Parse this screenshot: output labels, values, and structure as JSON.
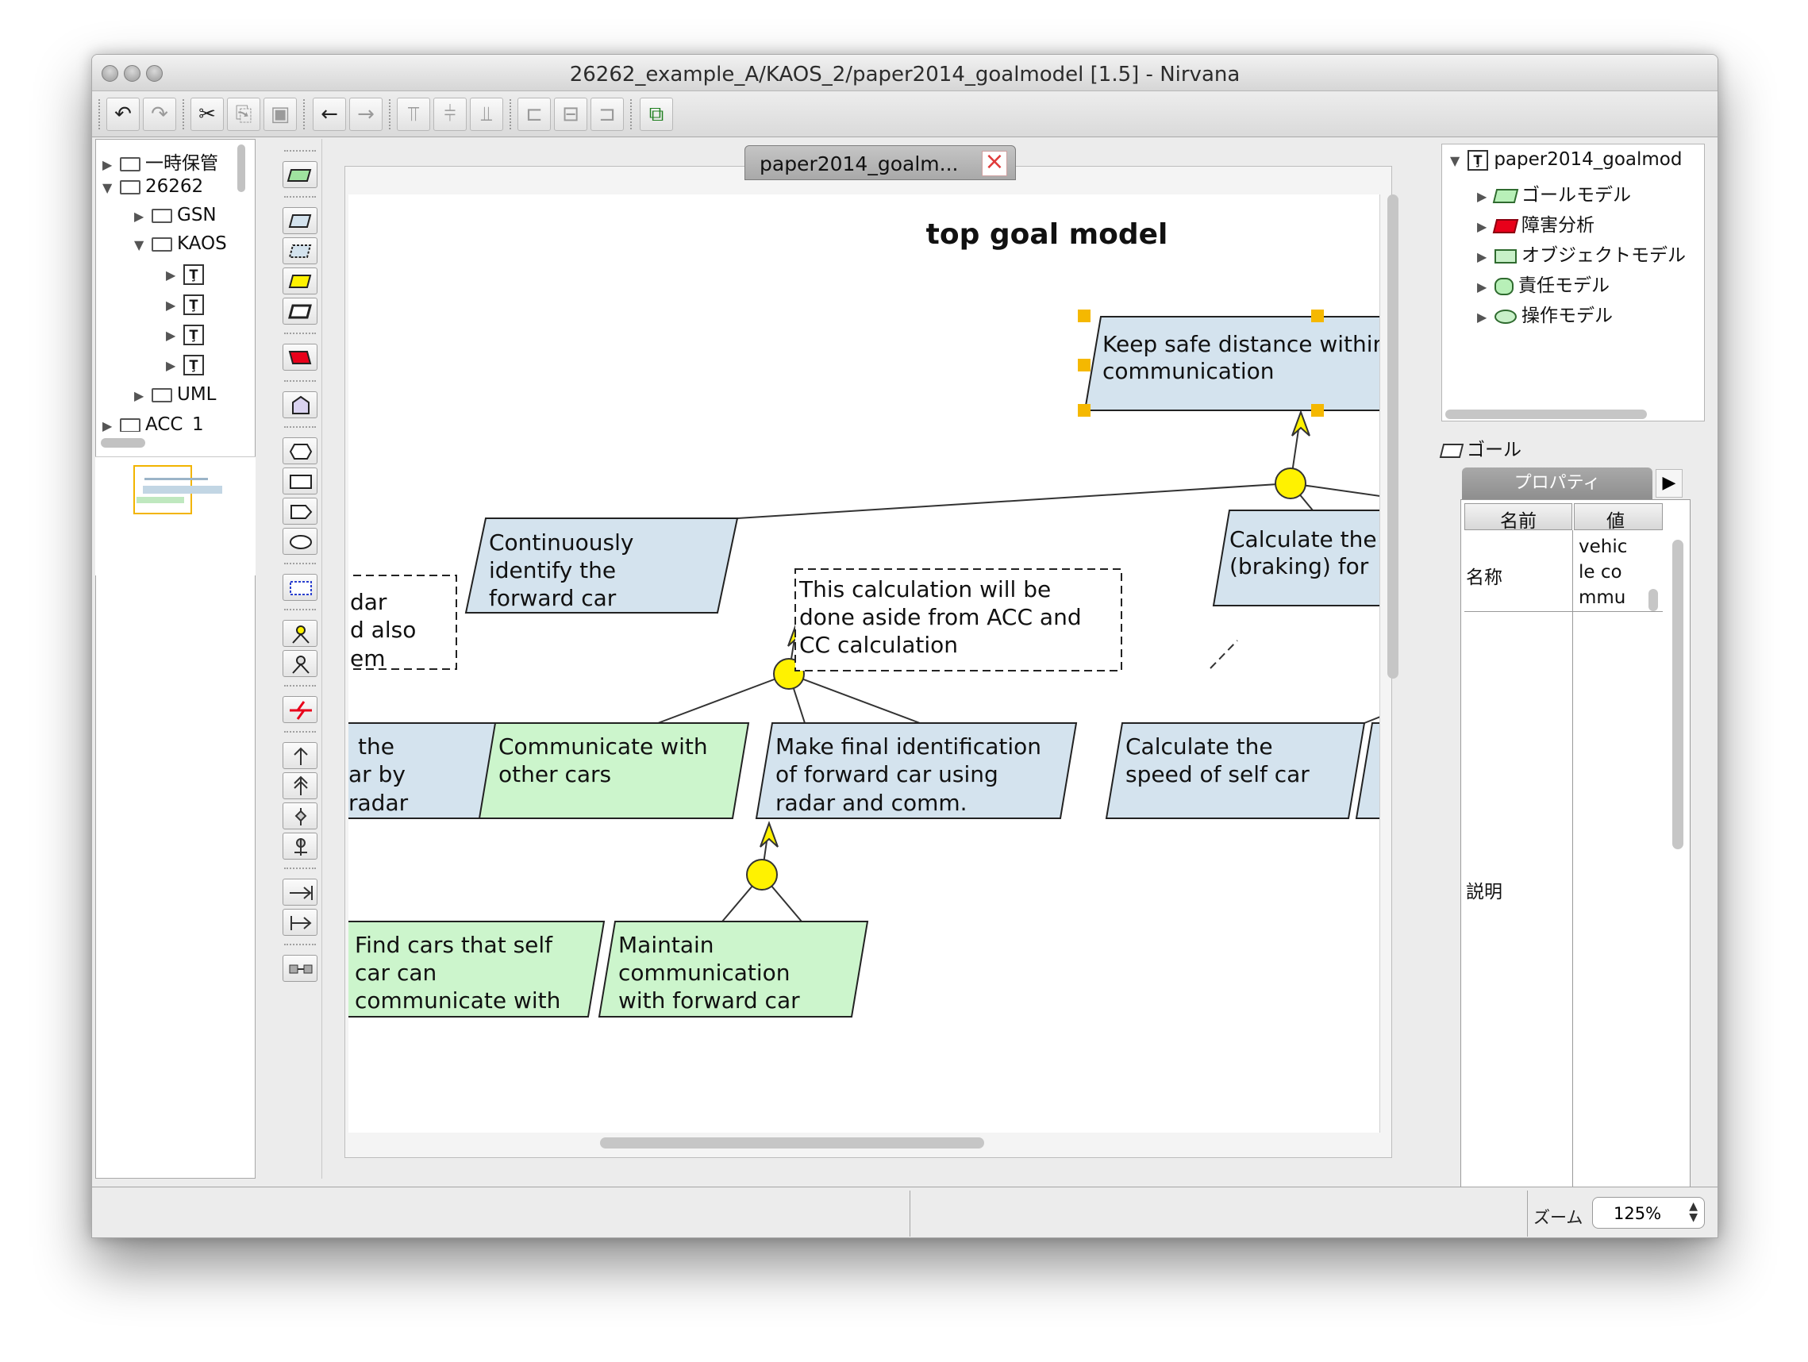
{
  "window": {
    "title": "26262_example_A/KAOS_2/paper2014_goalmodel [1.5]  - Nirvana"
  },
  "left_tree": [
    {
      "label": "一時保管"
    },
    {
      "label": "26262"
    },
    {
      "label": "GSN"
    },
    {
      "label": "KAOS"
    },
    {
      "label": "UML"
    },
    {
      "label": "ACC_1"
    }
  ],
  "editor": {
    "tab_label": "paper2014_goalm...",
    "diagram_title": "top goal model"
  },
  "nodes": {
    "keep_safe": [
      "Keep  safe distance within",
      "communication"
    ],
    "continuously": [
      "Continuously",
      "identify the",
      "forward car"
    ],
    "note_left": [
      "dar",
      "d also",
      "em"
    ],
    "note_calc": [
      "This calculation will be",
      "done aside  from ACC and",
      "CC calculation"
    ],
    "calc_braking": [
      "Calculate the",
      "(braking) for"
    ],
    "radar_goal": [
      "the",
      "ar by",
      "radar"
    ],
    "communicate": [
      "Communicate with",
      "other cars"
    ],
    "make_final": [
      "Make  final identification",
      "of forward car  using",
      "radar  and  comm."
    ],
    "calc_speed": [
      "Calculate the",
      "speed  of self car"
    ],
    "find_cars": [
      "Find cars that self",
      "car  can",
      "communicate with"
    ],
    "maintain": [
      "Maintain",
      "communication",
      "with forward car"
    ]
  },
  "right_tree": {
    "root": "paper2014_goalmod",
    "items": [
      {
        "label": "ゴールモデル",
        "color": "#b8f0b8"
      },
      {
        "label": "障害分析",
        "color": "#e8001a"
      },
      {
        "label": "オブジェクトモデル",
        "color": "#c8f0c8"
      },
      {
        "label": "責任モデル",
        "color": "#b8f0b8"
      },
      {
        "label": "操作モデル",
        "color": "#c8f0c8"
      }
    ]
  },
  "properties": {
    "selected_type": "ゴール",
    "tab": "プロパティ",
    "col_name": "名前",
    "col_value": "値",
    "rows": [
      {
        "name": "名称",
        "value": [
          "vehic",
          "le co",
          "mmu"
        ]
      },
      {
        "name": "説明",
        "value": []
      }
    ]
  },
  "status": {
    "zoom_label": "ズーム",
    "zoom_value": "125%"
  },
  "colors": {
    "goal_blue": "#d4e3ee",
    "goal_green": "#ccf5cc",
    "refinement": "#fff200",
    "handle": "#f5b800"
  }
}
